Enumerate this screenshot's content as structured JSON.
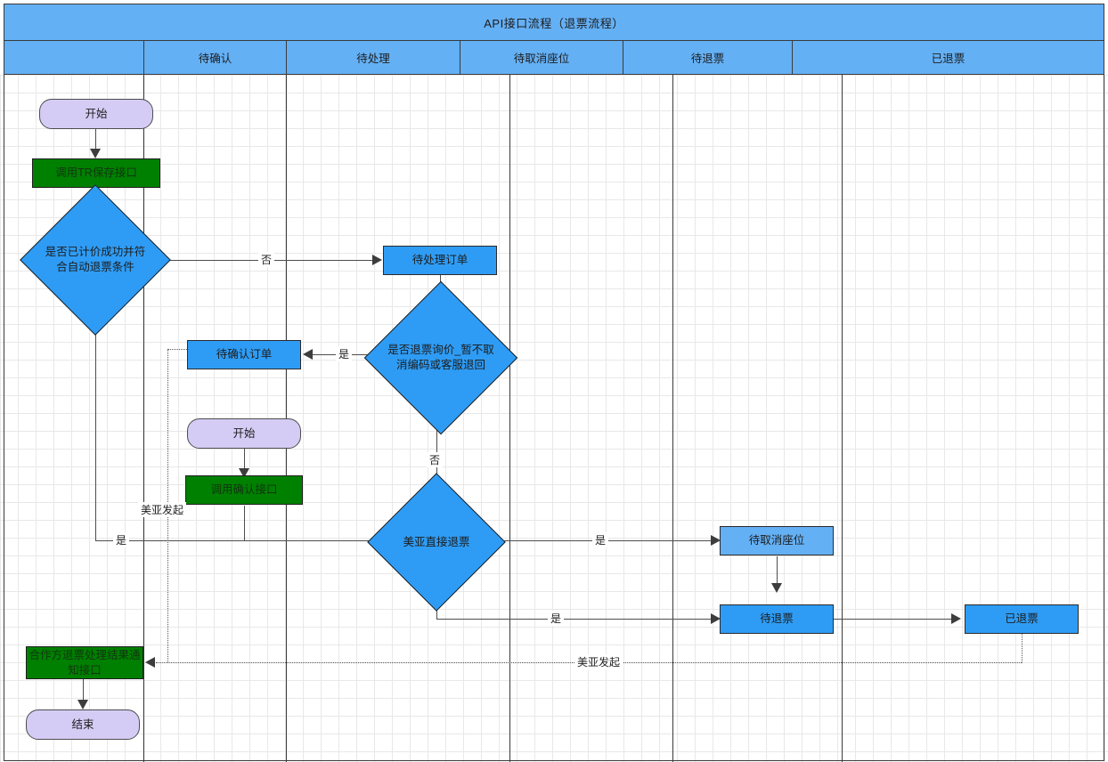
{
  "diagram": {
    "title": "API接口流程（退票流程）",
    "lanes": [
      {
        "label": ""
      },
      {
        "label": "待确认"
      },
      {
        "label": "待处理"
      },
      {
        "label": "待取消座位"
      },
      {
        "label": "待退票"
      },
      {
        "label": "已退票"
      }
    ],
    "nodes": {
      "start_top": "开始",
      "call_tr_save": "调用TR保存接口",
      "decision_priced": "是否已计价成功并符合自动退票条件",
      "pending_process_order": "待处理订单",
      "decision_refund_quote": "是否退票询价_暂不取消编码或客服退回",
      "pending_confirm_order": "待确认订单",
      "start_mid": "开始",
      "call_confirm_api": "调用确认接口",
      "decision_direct_refund": "美亚直接退票",
      "pending_cancel_seat": "待取消座位",
      "pending_refund": "待退票",
      "refunded": "已退票",
      "partner_notify_api": "合作方退票处理结果通知接口",
      "end": "结束"
    },
    "edge_labels": {
      "no_1": "否",
      "yes_1": "是",
      "no_2": "否",
      "yes_2": "是",
      "yes_3": "是",
      "yes_4": "是",
      "meiya_initiate_upper": "美亚发起",
      "meiya_initiate_lower": "美亚发起"
    },
    "colors": {
      "header_blue": "#64b0f5",
      "node_blue": "#2e9cf5",
      "node_blue_light": "#64b0f5",
      "terminator_purple": "#d5ccf5",
      "process_green": "#008000",
      "line_gray": "#4d4d4d",
      "border_dark": "#3a3a3a"
    }
  }
}
